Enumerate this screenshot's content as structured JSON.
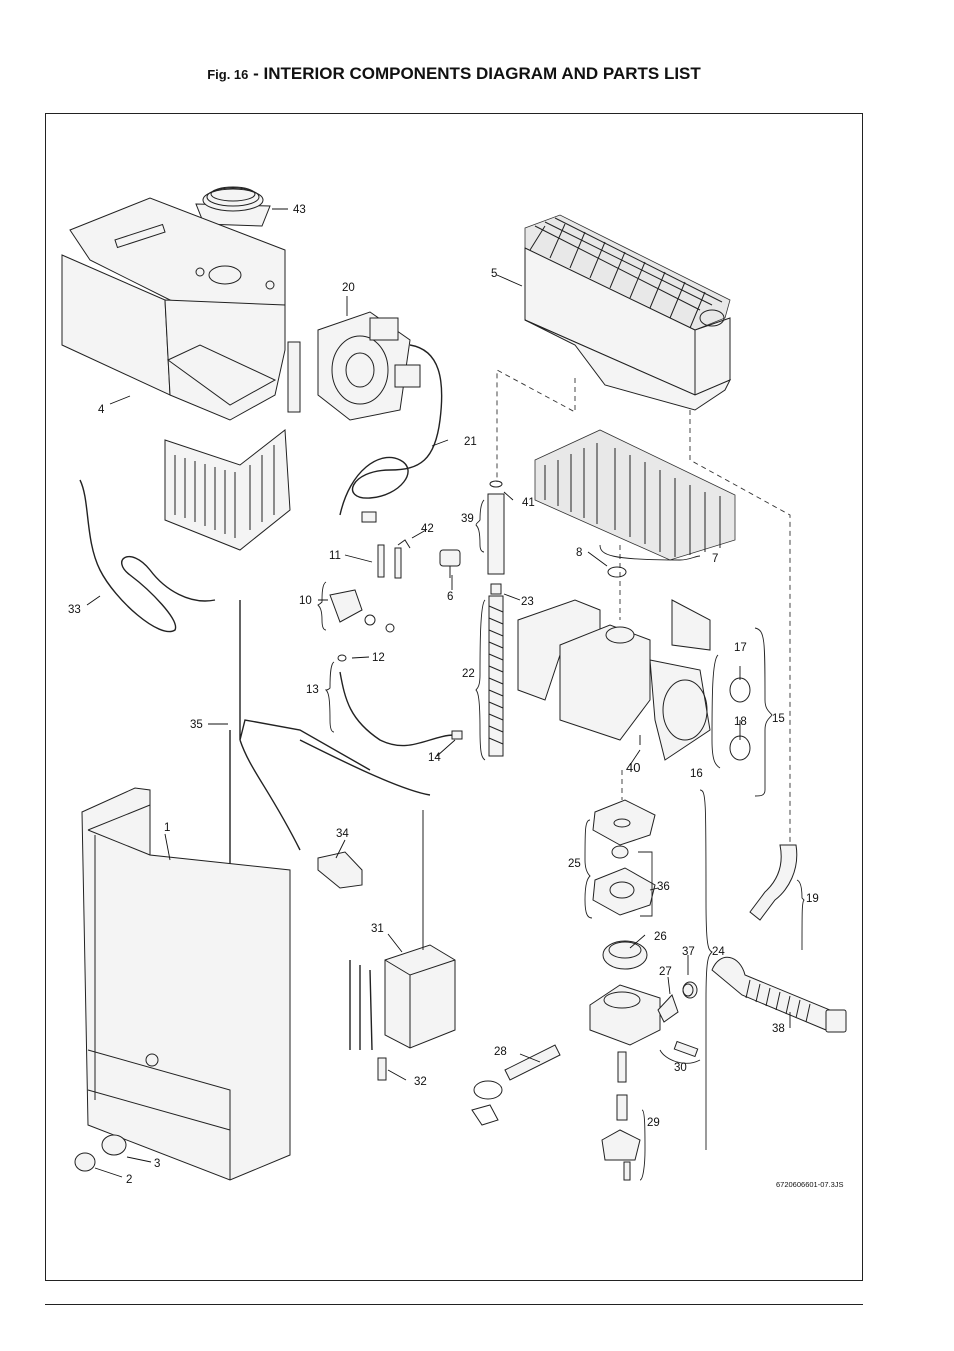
{
  "header": {
    "fig_prefix": "Fig. 16",
    "title": " - INTERIOR COMPONENTS DIAGRAM AND PARTS LIST"
  },
  "diagram": {
    "callouts": {
      "c1": "1",
      "c2": "2",
      "c3": "3",
      "c4": "4",
      "c5": "5",
      "c6": "6",
      "c7": "7",
      "c8": "8",
      "c10": "10",
      "c11": "11",
      "c12": "12",
      "c13": "13",
      "c14": "14",
      "c15": "15",
      "c16": "16",
      "c17": "17",
      "c18": "18",
      "c19": "19",
      "c20": "20",
      "c21": "21",
      "c22": "22",
      "c23": "23",
      "c24": "24",
      "c25": "25",
      "c26": "26",
      "c27": "27",
      "c28": "28",
      "c29": "29",
      "c30": "30",
      "c31": "31",
      "c32": "32",
      "c33": "33",
      "c34": "34",
      "c35": "35",
      "c36": "36",
      "c37": "37",
      "c38": "38",
      "c39": "39",
      "c40": "40",
      "c41": "41",
      "c42": "42",
      "c43": "43"
    },
    "drawing_code": "6720606601-07.3JS"
  }
}
